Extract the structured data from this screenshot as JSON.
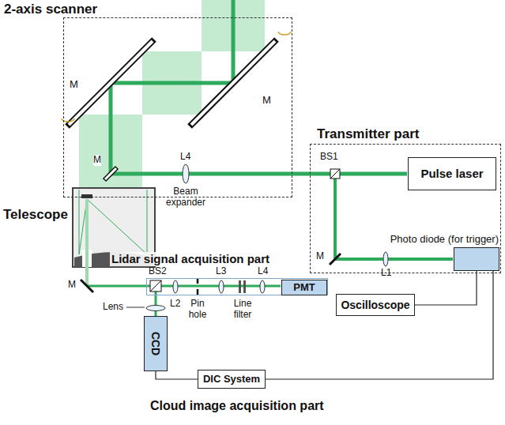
{
  "diagram": {
    "nodes": [
      {
        "text": [
          "2-axis scanner"
        ]
      },
      {
        "text": [
          "Transmitter part"
        ]
      },
      {
        "text": [
          "Pulse laser"
        ],
        "in": 1
      },
      {
        "text": [
          "Photo diode (for trigger)"
        ],
        "in": 1
      },
      {
        "text": [
          "Lidar signal acquisition part"
        ]
      },
      {
        "text": [
          "PMT"
        ],
        "in": 4
      },
      {
        "text": [
          "Oscilloscope"
        ]
      },
      {
        "text": [
          "CCD"
        ]
      },
      {
        "text": [
          "DIC System"
        ]
      }
    ],
    "edges": [
      {
        "from": 3,
        "to": 6,
        "arrow": "none"
      },
      {
        "from": 3,
        "to": 8,
        "arrow": "none"
      },
      {
        "from": 7,
        "to": 8,
        "arrow": "none"
      }
    ],
    "labels": [
      "M",
      "M",
      "L4",
      "Beam expander",
      "BS1",
      "M",
      "L1",
      "Telescope",
      "M",
      "M",
      "BS2",
      "Lens",
      "L2",
      "Pin hole",
      "L3",
      "Line filter",
      "L4",
      "Cloud image acquisition part"
    ]
  }
}
